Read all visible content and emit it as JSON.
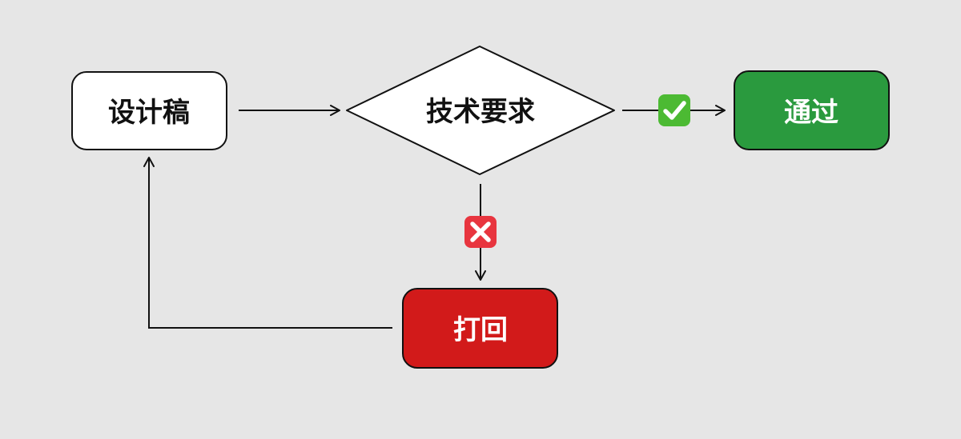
{
  "nodes": {
    "design": {
      "label": "设计稿",
      "fill": "#ffffff",
      "text_color": "#111111"
    },
    "decision": {
      "label": "技术要求",
      "fill": "#ffffff",
      "text_color": "#111111"
    },
    "pass": {
      "label": "通过",
      "fill": "#2a9a3e",
      "text_color": "#ffffff"
    },
    "reject": {
      "label": "打回",
      "fill": "#d21a1a",
      "text_color": "#ffffff"
    }
  },
  "badges": {
    "yes": {
      "icon": "check-mark-icon",
      "color": "#4cba33"
    },
    "no": {
      "icon": "cross-mark-icon",
      "color": "#e8353f"
    }
  },
  "colors": {
    "background": "#e6e6e6",
    "stroke": "#111111"
  }
}
